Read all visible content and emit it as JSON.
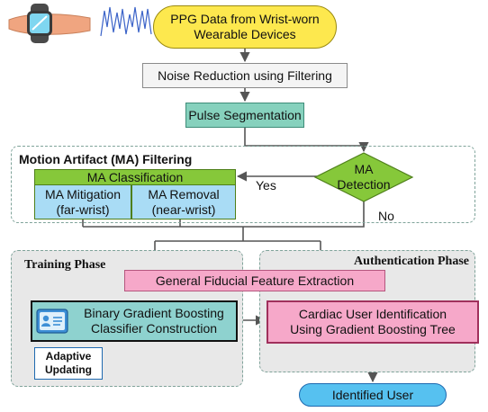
{
  "nodes": {
    "ppg_data": [
      "PPG Data from Wrist-worn",
      "Wearable Devices"
    ],
    "noise_reduction": "Noise Reduction using Filtering",
    "pulse_segmentation": "Pulse Segmentation",
    "ma_detection": [
      "MA",
      "Detection"
    ],
    "ma_classification": "MA Classification",
    "ma_mitigation": [
      "MA Mitigation",
      "(far-wrist)"
    ],
    "ma_removal": [
      "MA Removal",
      "(near-wrist)"
    ],
    "feature_extraction": "General Fiducial Feature Extraction",
    "binary_classifier": [
      "Binary Gradient Boosting",
      "Classifier Construction"
    ],
    "adaptive_updating": [
      "Adaptive",
      "Updating"
    ],
    "cardiac_identification": [
      "Cardiac User Identification",
      "Using Gradient Boosting Tree"
    ],
    "identified_user": "Identified User"
  },
  "regions": {
    "ma_filtering": "Motion Artifact (MA) Filtering",
    "training_phase": "Training Phase",
    "authentication_phase": "Authentication Phase"
  },
  "edge_labels": {
    "yes": "Yes",
    "no": "No"
  },
  "colors": {
    "ppg_fill": "#fde84e",
    "ppg_border": "#9a8a10",
    "noise_fill": "#f4f4f4",
    "noise_border": "#8a8a8a",
    "pulse_fill": "#86d1bd",
    "pulse_border": "#3e8c78",
    "ma_detection_fill": "#86c83a",
    "ma_detection_border": "#4e7f1a",
    "ma_class_fill": "#86c83a",
    "ma_subbox_fill": "#a9dcf5",
    "feature_fill": "#f6a8c9",
    "feature_border": "#b5567e",
    "training_bg": "#e8e8e8",
    "classifier_fill": "#8ed2cf",
    "classifier_border": "#111111",
    "adaptive_border": "#1f6ab0",
    "cardiac_fill": "#f6a8c9",
    "cardiac_border": "#a0305c",
    "user_fill": "#56c1f0",
    "user_border": "#1f6ab0",
    "arrow": "#555555",
    "region_border": "#7fa39a"
  }
}
